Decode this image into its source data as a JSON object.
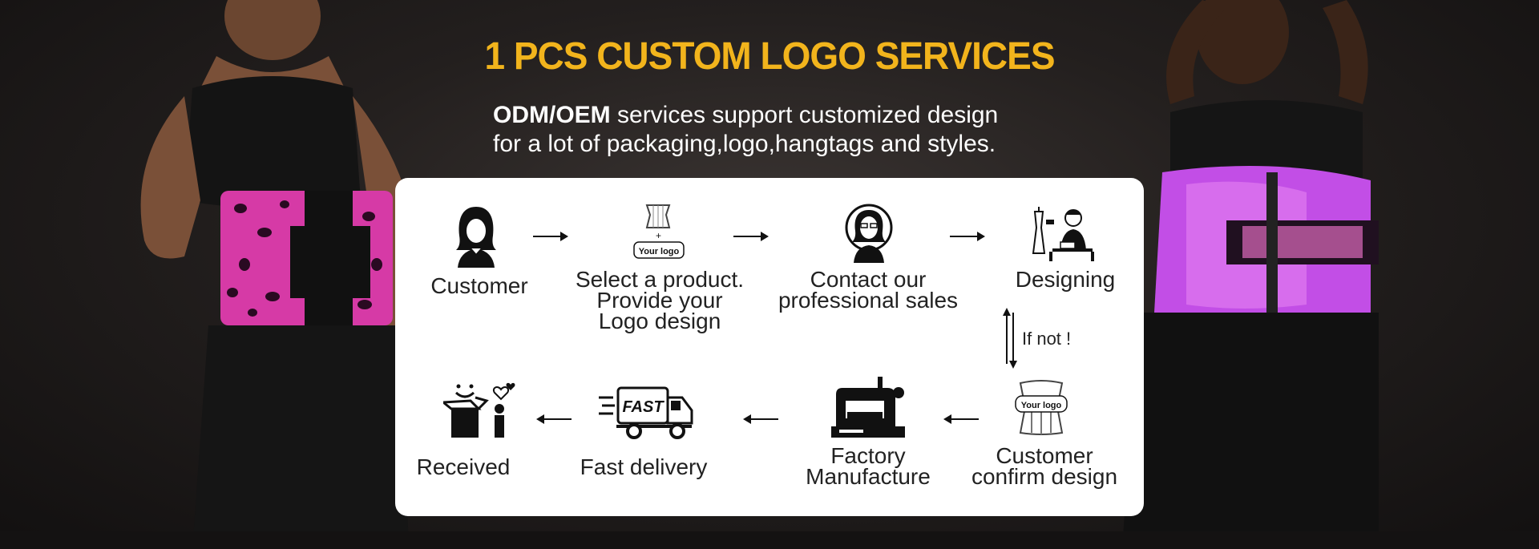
{
  "headline": "1 PCS CUSTOM LOGO SERVICES",
  "subtitle": {
    "bold": "ODM/OEM",
    "line1_rest": " services support customized design",
    "line2": "for a lot of packaging,logo,hangtags and styles."
  },
  "steps": [
    {
      "id": "customer",
      "label": "Customer",
      "icon": "woman-avatar-icon"
    },
    {
      "id": "select",
      "label": "Select a product.\nProvide your\nLogo design",
      "icon": "waist-trainer-logo-icon",
      "icon_text": "Your logo"
    },
    {
      "id": "contact",
      "label": "Contact our\nprofessional sales",
      "icon": "sales-rep-icon"
    },
    {
      "id": "designing",
      "label": "Designing",
      "icon": "designer-icon"
    },
    {
      "id": "confirm",
      "label": "Customer\nconfirm design",
      "icon": "logo-garment-icon",
      "icon_text": "Your logo"
    },
    {
      "id": "factory",
      "label": "Factory\nManufacture",
      "icon": "sewing-machine-icon"
    },
    {
      "id": "delivery",
      "label": "Fast delivery",
      "icon": "delivery-truck-icon",
      "icon_text": "FAST"
    },
    {
      "id": "received",
      "label": "Received",
      "icon": "happy-box-icon"
    }
  ],
  "loop_label": "If not !",
  "colors": {
    "accent": "#f2b41c",
    "card": "#ffffff",
    "text": "#222222",
    "bg": "#231f1e"
  }
}
